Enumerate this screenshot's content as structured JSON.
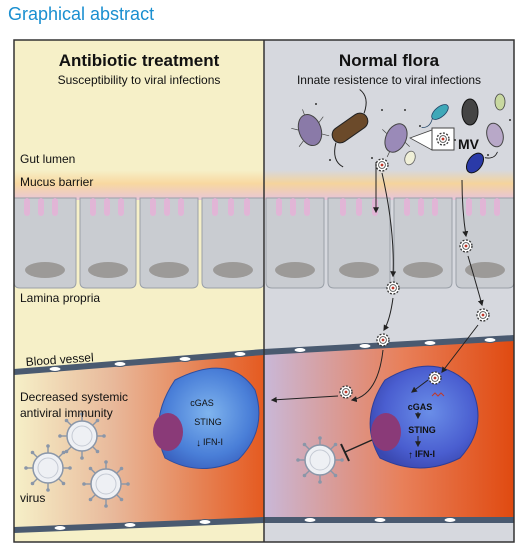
{
  "header": {
    "title": "Graphical abstract"
  },
  "left_panel": {
    "title": "Antibiotic treatment",
    "subtitle": "Susceptibility to viral infections",
    "labels": {
      "gut_lumen": "Gut lumen",
      "mucus_barrier": "Mucus barrier",
      "lamina_propria": "Lamina propria",
      "blood_vessel": "Blood vessel",
      "immunity_line1": "Decreased systemic",
      "immunity_line2": "antiviral immunity",
      "virus": "virus"
    },
    "cell_labels": {
      "cgas": "cGAS",
      "sting": "STING",
      "ifn": "IFN-I",
      "ifn_arrow": "↓"
    }
  },
  "right_panel": {
    "title": "Normal flora",
    "subtitle": "Innate resistence to viral infections",
    "mv_label": "MV",
    "cell_labels": {
      "cgas": "cGAS",
      "sting": "STING",
      "ifn": "IFN-I",
      "ifn_arrow": "↑"
    }
  },
  "colors": {
    "title_blue": "#1a8fd0",
    "left_bg": "#f6f0c8",
    "right_bg": "#d6d8de",
    "vessel_red": "#e8541e",
    "cell_blue": "#4a7fd8",
    "nucleus": "#8a3a78",
    "epithelium": "#c9ccd1",
    "mucus": "#f7d59a"
  }
}
